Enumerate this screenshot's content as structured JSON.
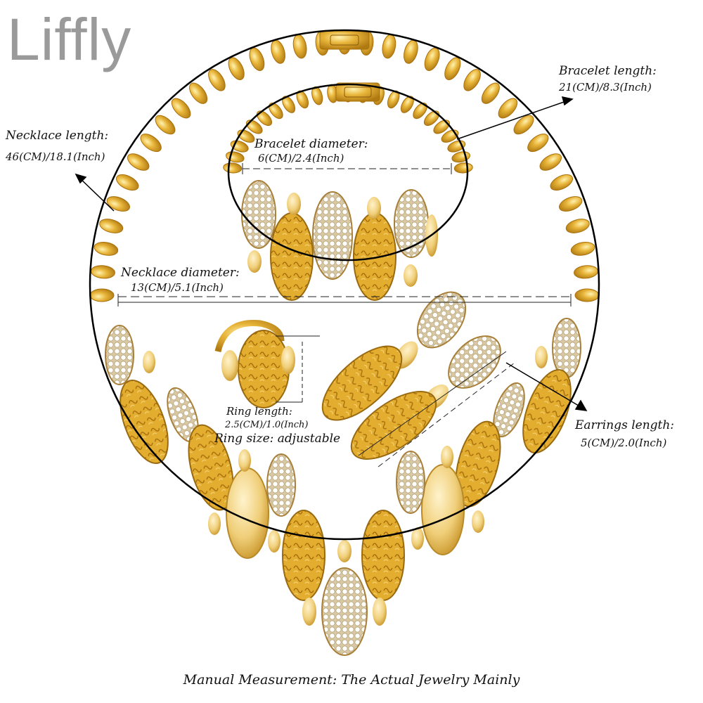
{
  "brand": {
    "logo_text": "Liffly"
  },
  "product": {
    "colors": {
      "gold": "#e0a92e",
      "gold_dark": "#b07a12",
      "gold_light": "#f7dc8a",
      "stone": "#ffffff"
    }
  },
  "labels": {
    "necklace_length_title": "Necklace length:",
    "necklace_length_value": "46(CM)/18.1(Inch)",
    "bracelet_length_title": "Bracelet length:",
    "bracelet_length_value": "21(CM)/8.3(Inch)",
    "bracelet_diameter_title": "Bracelet diameter:",
    "bracelet_diameter_value": "6(CM)/2.4(Inch)",
    "necklace_diameter_title": "Necklace diameter:",
    "necklace_diameter_value": "13(CM)/5.1(Inch)",
    "ring_length_title": "Ring length:",
    "ring_length_value": "2.5(CM)/1.0(Inch)",
    "ring_size": "Ring size: adjustable",
    "earrings_length_title": "Earrings length:",
    "earrings_length_value": "5(CM)/2.0(Inch)"
  },
  "footer": {
    "note": "Manual Measurement:  The Actual Jewelry Mainly"
  }
}
